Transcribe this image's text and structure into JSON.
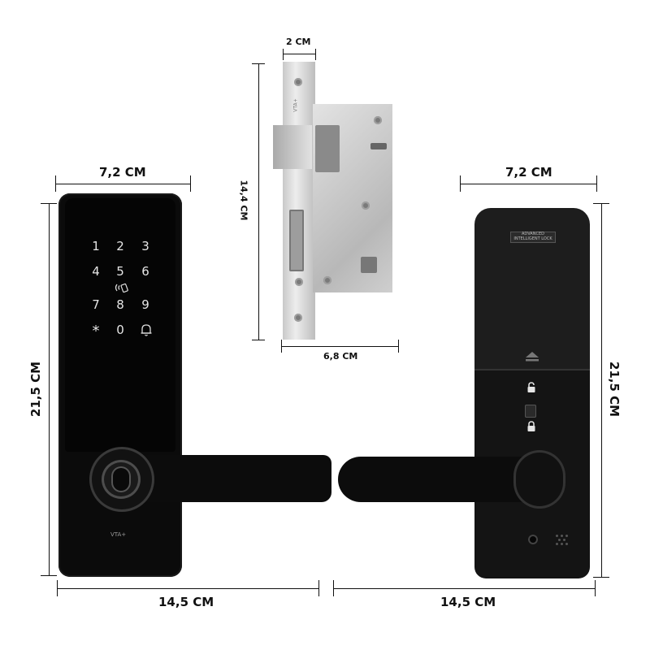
{
  "dimensions": {
    "front_width": "7,2 CM",
    "front_height": "21,5 CM",
    "front_handle_length": "14,5 CM",
    "mortise_faceplate_width": "2 CM",
    "mortise_height": "14,4 CM",
    "mortise_depth": "6,8 CM",
    "back_width": "7,2 CM",
    "back_height": "21,5 CM",
    "back_handle_length": "14,5 CM"
  },
  "keypad": {
    "keys": [
      "1",
      "2",
      "3",
      "4",
      "5",
      "6",
      "7",
      "8",
      "9",
      "*",
      "0"
    ]
  },
  "front_logo": "VTA+",
  "mortise_logo": "VTA+",
  "back_badge": "ADVANCED INTELLIGENT LOCK",
  "icons": {
    "nfc": "nfc-icon",
    "bell": "bell-icon",
    "fingerprint": "fingerprint-icon",
    "lock": "lock-icon",
    "unlock": "unlock-icon",
    "eject": "eject-icon"
  }
}
